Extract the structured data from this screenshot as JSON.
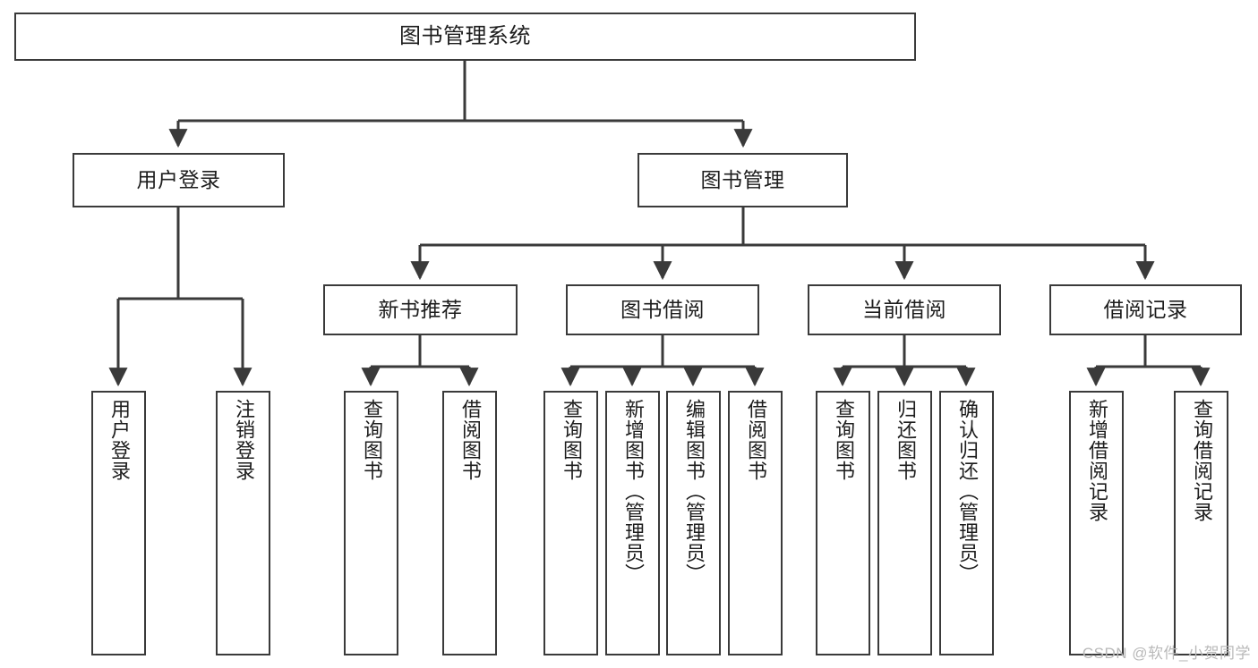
{
  "diagram": {
    "title": "图书管理系统",
    "watermark": "CSDN @软件_小贺同学",
    "stroke_color": "#3a3a3a",
    "background_color": "#ffffff",
    "text_color": "#1d1d1d",
    "watermark_color": "#b9b9b9"
  },
  "nodes": {
    "root": {
      "label": "图书管理系统"
    },
    "level1": [
      {
        "label": "用户登录"
      },
      {
        "label": "图书管理"
      }
    ],
    "level2": [
      {
        "label": "新书推荐"
      },
      {
        "label": "图书借阅"
      },
      {
        "label": "当前借阅"
      },
      {
        "label": "借阅记录"
      }
    ],
    "leaves": {
      "user_login": [
        {
          "label": "用户登录"
        },
        {
          "label": "注销登录"
        }
      ],
      "new_book": [
        {
          "label": "查询图书"
        },
        {
          "label": "借阅图书"
        }
      ],
      "book_borrow": [
        {
          "label": "查询图书"
        },
        {
          "label": "新增图书（管理员）"
        },
        {
          "label": "编辑图书（管理员）"
        },
        {
          "label": "借阅图书"
        }
      ],
      "current_borrow": [
        {
          "label": "查询图书"
        },
        {
          "label": "归还图书"
        },
        {
          "label": "确认归还（管理员）"
        }
      ],
      "borrow_record": [
        {
          "label": "新增借阅记录"
        },
        {
          "label": "查询借阅记录"
        }
      ]
    }
  }
}
